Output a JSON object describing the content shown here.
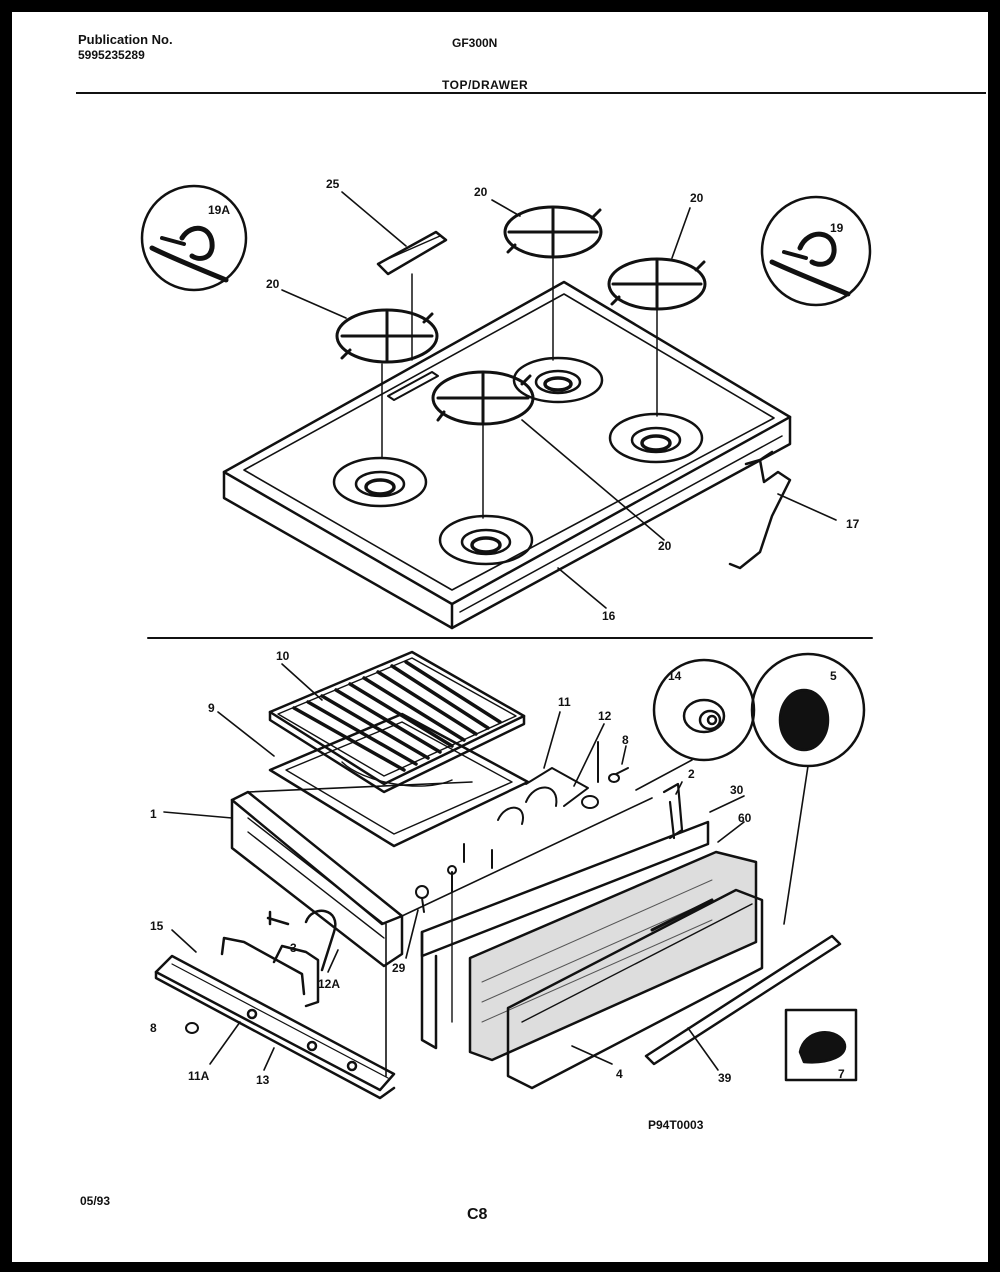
{
  "header": {
    "publication_label": "Publication No.",
    "publication_number": "5995235289",
    "model": "GF300N",
    "section": "TOP/DRAWER"
  },
  "callouts": {
    "c19a": "19A",
    "c25": "25",
    "c20a": "20",
    "c20b": "20",
    "c20c": "20",
    "c20d": "20",
    "c19": "19",
    "c17": "17",
    "c16": "16",
    "c10": "10",
    "c9": "9",
    "c11": "11",
    "c12": "12",
    "c14": "14",
    "c5": "5",
    "c8a": "8",
    "c2": "2",
    "c30": "30",
    "c60": "60",
    "c1": "1",
    "c15": "15",
    "c3": "3",
    "c12a": "12A",
    "c29": "29",
    "c8b": "8",
    "c11a": "11A",
    "c13": "13",
    "c4": "4",
    "c39": "39",
    "c7": "7"
  },
  "footer": {
    "part_ref": "P94T0003",
    "date": "05/93",
    "page": "C8"
  }
}
